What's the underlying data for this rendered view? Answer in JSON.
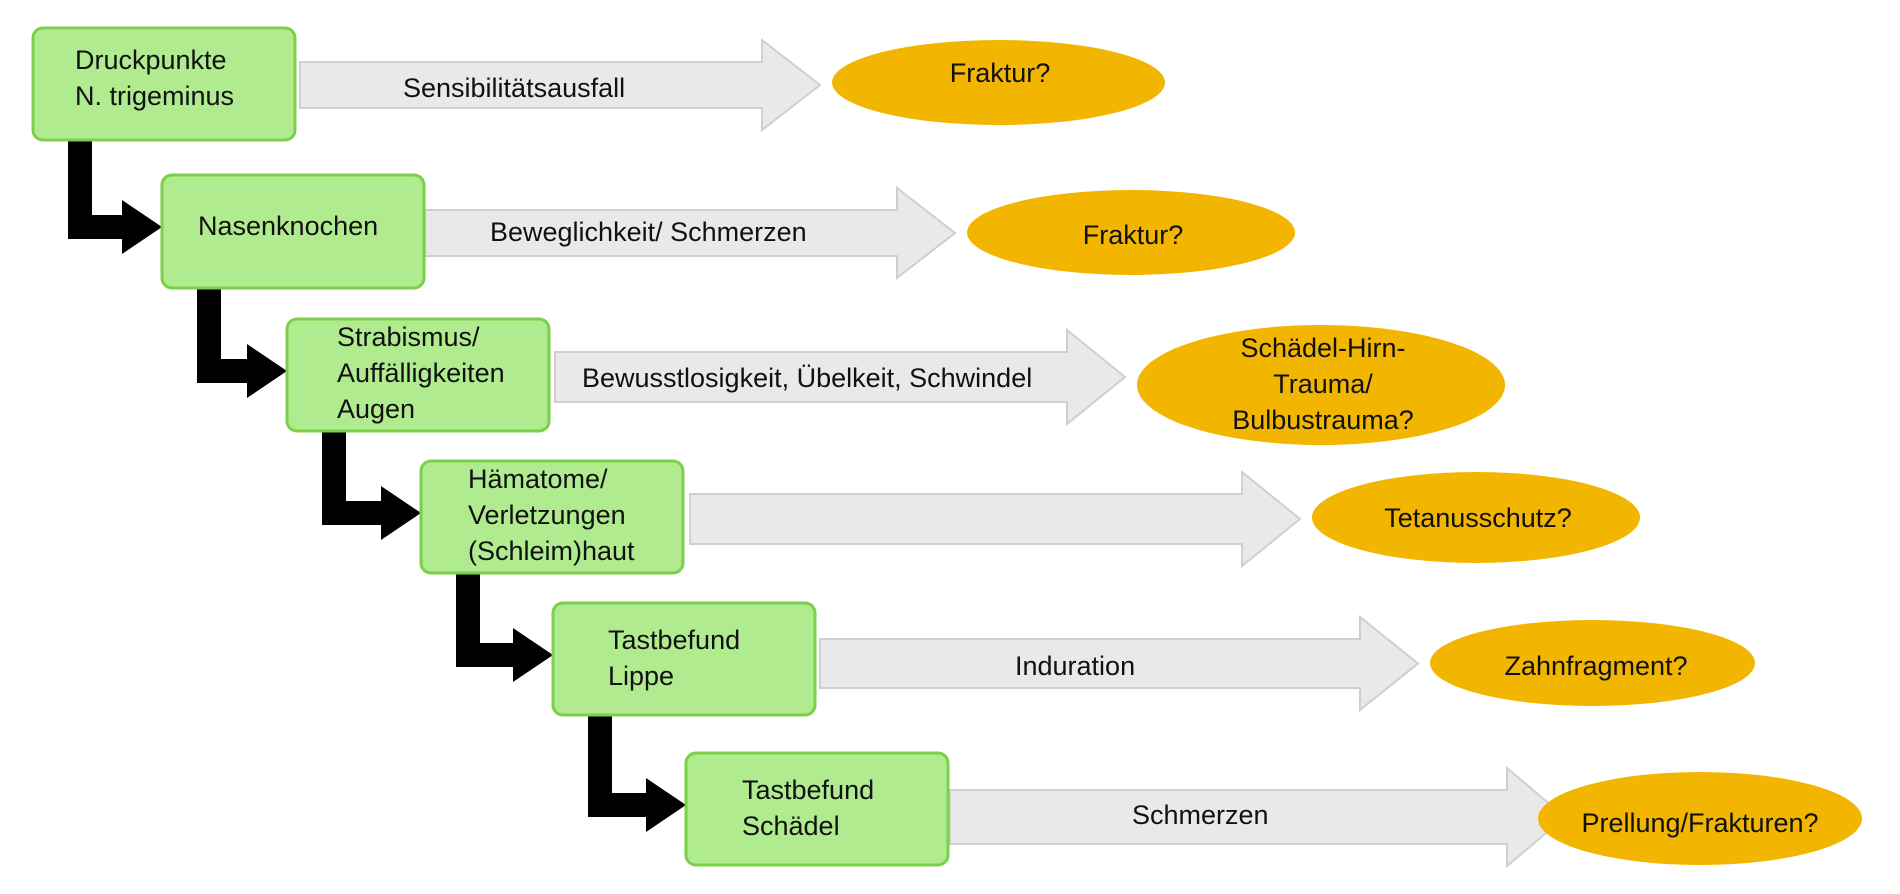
{
  "colors": {
    "box_fill": "#b0eb8f",
    "box_stroke": "#7ccf4a",
    "arrow_fill": "#e9e9e9",
    "arrow_stroke": "#cfcfcf",
    "oval_fill": "#f2b500",
    "connector": "#000000"
  },
  "steps": [
    {
      "box": [
        "Druckpunkte",
        "N. trigeminus"
      ],
      "finding": "Sensibilitätsausfall",
      "result": [
        "Fraktur?"
      ]
    },
    {
      "box": [
        "Nasenknochen"
      ],
      "finding": "Beweglichkeit/ Schmerzen",
      "result": [
        "Fraktur?"
      ]
    },
    {
      "box": [
        "Strabismus/",
        "Auffälligkeiten",
        "Augen"
      ],
      "finding": "Bewusstlosigkeit, Übelkeit, Schwindel",
      "result": [
        "Schädel-Hirn-",
        "Trauma/",
        "Bulbustrauma?"
      ]
    },
    {
      "box": [
        "Hämatome/",
        "Verletzungen",
        "(Schleim)haut"
      ],
      "finding": "",
      "result": [
        "Tetanusschutz?"
      ]
    },
    {
      "box": [
        "Tastbefund",
        "Lippe"
      ],
      "finding": "Induration",
      "result": [
        "Zahnfragment?"
      ]
    },
    {
      "box": [
        "Tastbefund",
        "Schädel"
      ],
      "finding": "Schmerzen",
      "result": [
        "Prellung/Frakturen?"
      ]
    }
  ]
}
